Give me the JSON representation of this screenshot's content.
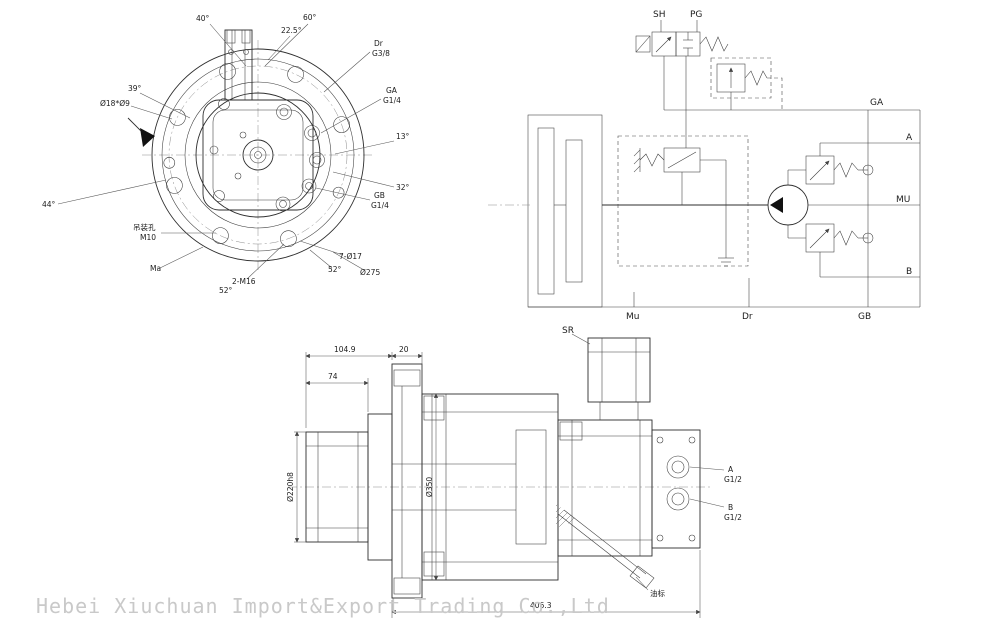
{
  "company_watermark": "Hebei Xiuchuan Import&Export Trading Co.,Ltd",
  "front_view": {
    "angle_40": "40°",
    "angle_60": "60°",
    "angle_22_5": "22.5°",
    "dr_label": "Dr",
    "dr_thread": "G3/8",
    "ga_label": "GA",
    "ga_thread": "G1/4",
    "angle_13": "13°",
    "angle_32": "32°",
    "gb_label": "GB",
    "gb_thread": "G1/4",
    "angle_39": "39°",
    "counterbore_note": "Ø18*Ø9",
    "angle_44": "44°",
    "lifting_hole_label": "吊装孔",
    "lifting_hole_size": "M10",
    "ma_label": "Ma",
    "angle_52_left": "52°",
    "tapped_holes_note": "2-M16",
    "angle_52_right": "52°",
    "through_holes_note": "7-Ø17",
    "bolt_circle_dia": "Ø275"
  },
  "schematic": {
    "sh": "SH",
    "pg": "PG",
    "ga": "GA",
    "a": "A",
    "mu": "MU",
    "b": "B",
    "gb": "GB",
    "mu_bottom": "Mu",
    "dr": "Dr"
  },
  "side_view": {
    "sr": "SR",
    "dim_104_9": "104.9",
    "dim_20": "20",
    "dim_74": "74",
    "shaft_dia": "Ø220h8",
    "body_dia": "Ø350",
    "port_a": "A",
    "port_a_thread": "G1/2",
    "port_b": "B",
    "port_b_thread": "G1/2",
    "oil_gauge_label": "油标",
    "dim_overall": "406.3"
  }
}
